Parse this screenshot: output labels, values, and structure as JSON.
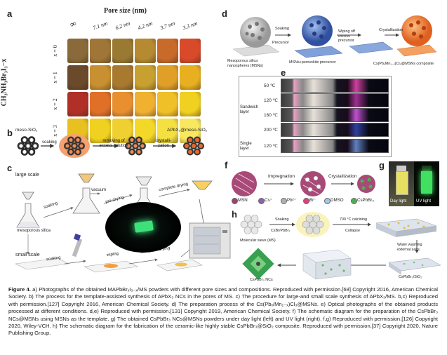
{
  "panel_a": {
    "letter": "a",
    "pore_size_title": "Pore size (nm)",
    "pore_sizes": [
      "∞",
      "7.1 nm",
      "6.2 nm",
      "4.2 nm",
      "3.7 nm",
      "3.3 nm"
    ],
    "ylabel": "CH₃NH₃Br₃I₃−x",
    "rows": [
      "x = 0",
      "x = 1",
      "x = 2",
      "x = 3"
    ],
    "colors": [
      [
        "#8a6a3a",
        "#a07638",
        "#9a7a32",
        "#b58a30",
        "#c86a2a",
        "#d84a2a"
      ],
      [
        "#6a4a2a",
        "#c89030",
        "#a87a30",
        "#c8a030",
        "#e0a028",
        "#e8b020"
      ],
      [
        "#b03028",
        "#e07028",
        "#e89030",
        "#f0b030",
        "#f0c028",
        "#f0d020"
      ],
      [
        "#e8c020",
        "#f0d020",
        "#f0d030",
        "#f4d828",
        "#f4e040",
        "#f8e860"
      ]
    ]
  },
  "panel_b": {
    "letter": "b",
    "left_label": "meso-SiO₂",
    "right_label": "APbX₃@meso-SiO₂",
    "steps": [
      "soaking",
      "removing of excess solution",
      "crystalli-zation"
    ]
  },
  "panel_c": {
    "letter": "c",
    "large_scale": "large scale",
    "small_scale": "small scale",
    "mesoporous": "mesoporous silica",
    "labels": [
      "soaking",
      "vacuum",
      "pre-drying",
      "complete drying",
      "soaking",
      "wiping",
      "complete drying"
    ]
  },
  "panel_d": {
    "letter": "d",
    "labels": [
      "Mesoporous silica nanospheres (MSNs)",
      "Soaking",
      "Precursor",
      "Wiping off excess precursor",
      "MSNs+perovskite precursor",
      "Crystallization",
      "Cs(PbₓMn₁₋ₓ)Cl₃@MSNs composite"
    ]
  },
  "panel_e": {
    "letter": "e",
    "sandwich": "Sandwich layer",
    "single": "Single layer",
    "temps": [
      "50 ℃",
      "120 ℃",
      "160 ℃",
      "200 ℃",
      "120 ℃"
    ]
  },
  "panel_f": {
    "letter": "f",
    "steps": [
      "Impregnation",
      "Crystallization"
    ],
    "legend": [
      "MSN",
      "Cs⁺",
      "Pb²⁺",
      "Br⁻",
      "DMSO",
      "CsPbBr₃"
    ],
    "legend_colors": [
      "#a04070",
      "#9060b0",
      "#b0b0b0",
      "#e04080",
      "#a0c8e8",
      "#50b050"
    ]
  },
  "panel_g": {
    "letter": "g",
    "labels": [
      "Day light",
      "UV light"
    ]
  },
  "panel_h": {
    "letter": "h",
    "labels": [
      "Molecular sieve (MS)",
      "Soaking",
      "CsBr/PbBr₂",
      "700 °C calcining",
      "Collapse",
      "Water washing external salts",
      "CsPbBr₃ NCs",
      "CsPbBr₃/SiO₂"
    ]
  },
  "caption": {
    "lead": "Figure 4.",
    "body": " a) Photographs of the obtained MAPbBrₓI₃₋ₓ/MS powders with different pore sizes and compositions. Reproduced with permission.[68] Copyright 2016, American Chemical Society. b) The process for the template-assisted synthesis of APbX₃ NCs in the pores of MS. c) The procedure for large-and small scale synthesis of APbX₃/MS. b,c) Reproduced with permission.[127] Copyright 2016, American Chemical Society. d) The preparation process of the Cs(Pbₓ/Mn₁₋ₓ)Cl₃@MSNs. e) Optical photographs of the obtained products processed at different conditions. d,e) Reproduced with permission.[131] Copyright 2019, American Chemical Society. f) The schematic diagram for the preparation of the CsPbBr₃ NCs@MSNs using MSNs as the template. g) The obtained CsPbBr₃ NCs@MSNs powders under day light (left) and UV light (right). f,g) Reproduced with permission.[126] Copyright 2020, Wiley-VCH. h) The schematic diagram for the fabrication of the ceramic-like highly stable CsPbBr₃@SiO₂ composite. Reproduced with permission.[37] Copyright 2020, Nature Publishing Group."
  }
}
